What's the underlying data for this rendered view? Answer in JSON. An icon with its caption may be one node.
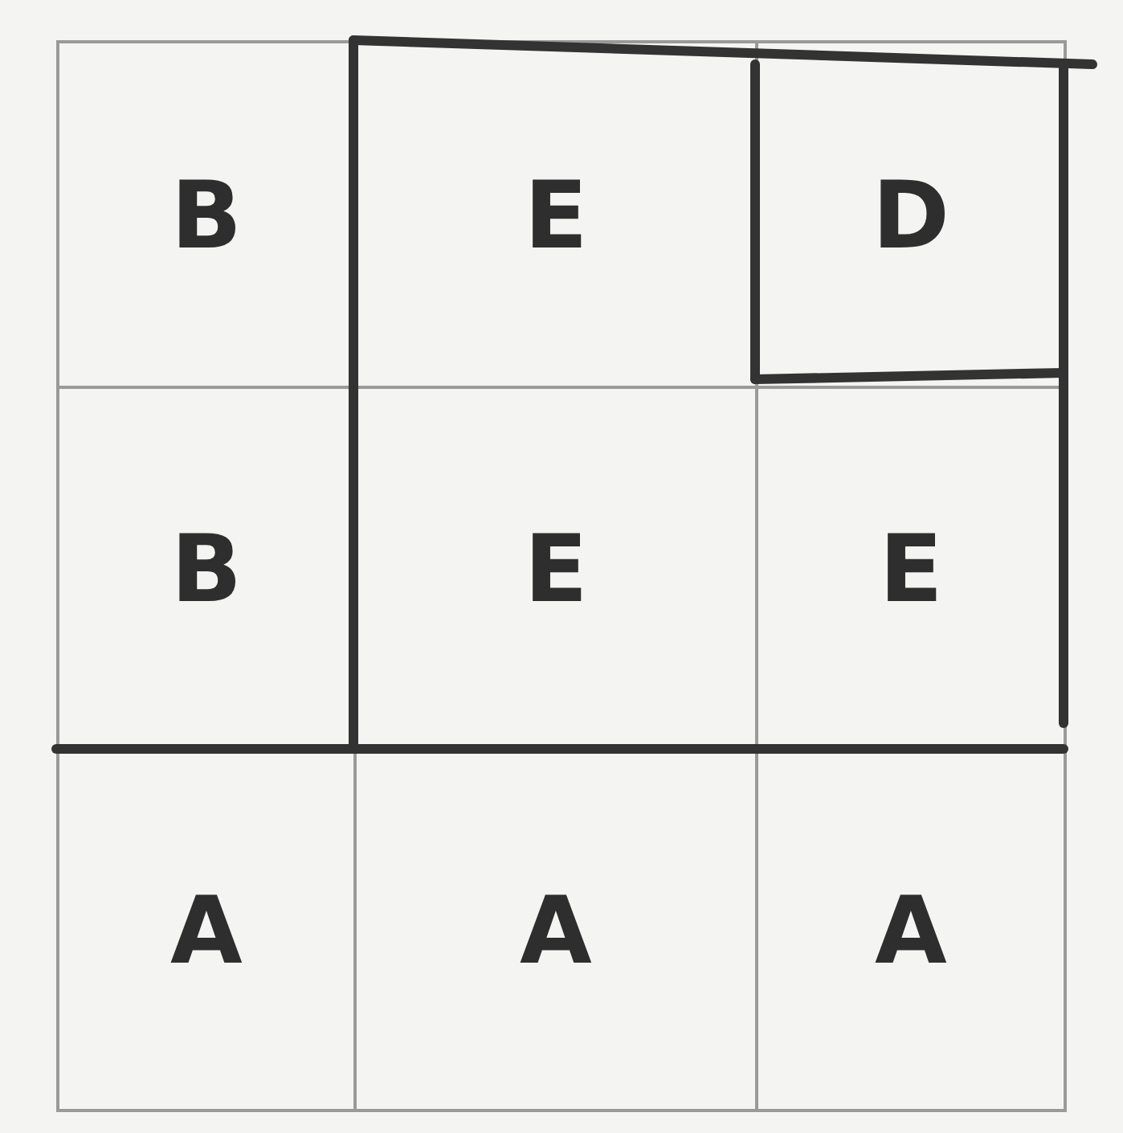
{
  "diagram": {
    "nodes": [
      {
        "text": [
          "B"
        ]
      },
      {
        "text": [
          "E"
        ]
      },
      {
        "text": [
          "D"
        ]
      },
      {
        "text": [
          "B"
        ]
      },
      {
        "text": [
          "E"
        ]
      },
      {
        "text": [
          "E"
        ]
      },
      {
        "text": [
          "A"
        ]
      },
      {
        "text": [
          "A"
        ]
      },
      {
        "text": [
          "A"
        ]
      }
    ]
  }
}
